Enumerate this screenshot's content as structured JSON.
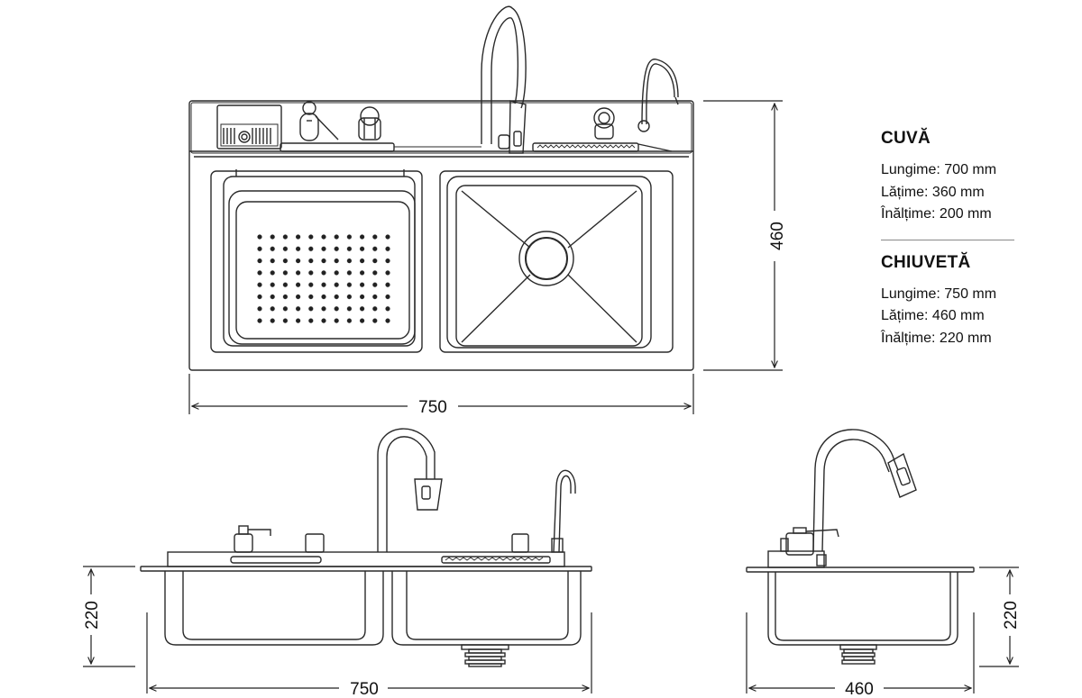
{
  "dimensions": {
    "top_width": "750",
    "top_height": "460",
    "front_width": "750",
    "front_height": "220",
    "side_width": "460",
    "side_height": "220"
  },
  "specs": {
    "basin": {
      "title": "CUVĂ",
      "lines": [
        "Lungime: 700 mm",
        "Lățime: 360 mm",
        "Înălțime: 200 mm"
      ]
    },
    "sink": {
      "title": "CHIUVETĂ",
      "lines": [
        "Lungime: 750 mm",
        "Lățime: 460 mm",
        "Înălțime: 220 mm"
      ]
    }
  },
  "colors": {
    "line": "#2a2a2a",
    "text": "#111111",
    "divider": "#888888"
  }
}
